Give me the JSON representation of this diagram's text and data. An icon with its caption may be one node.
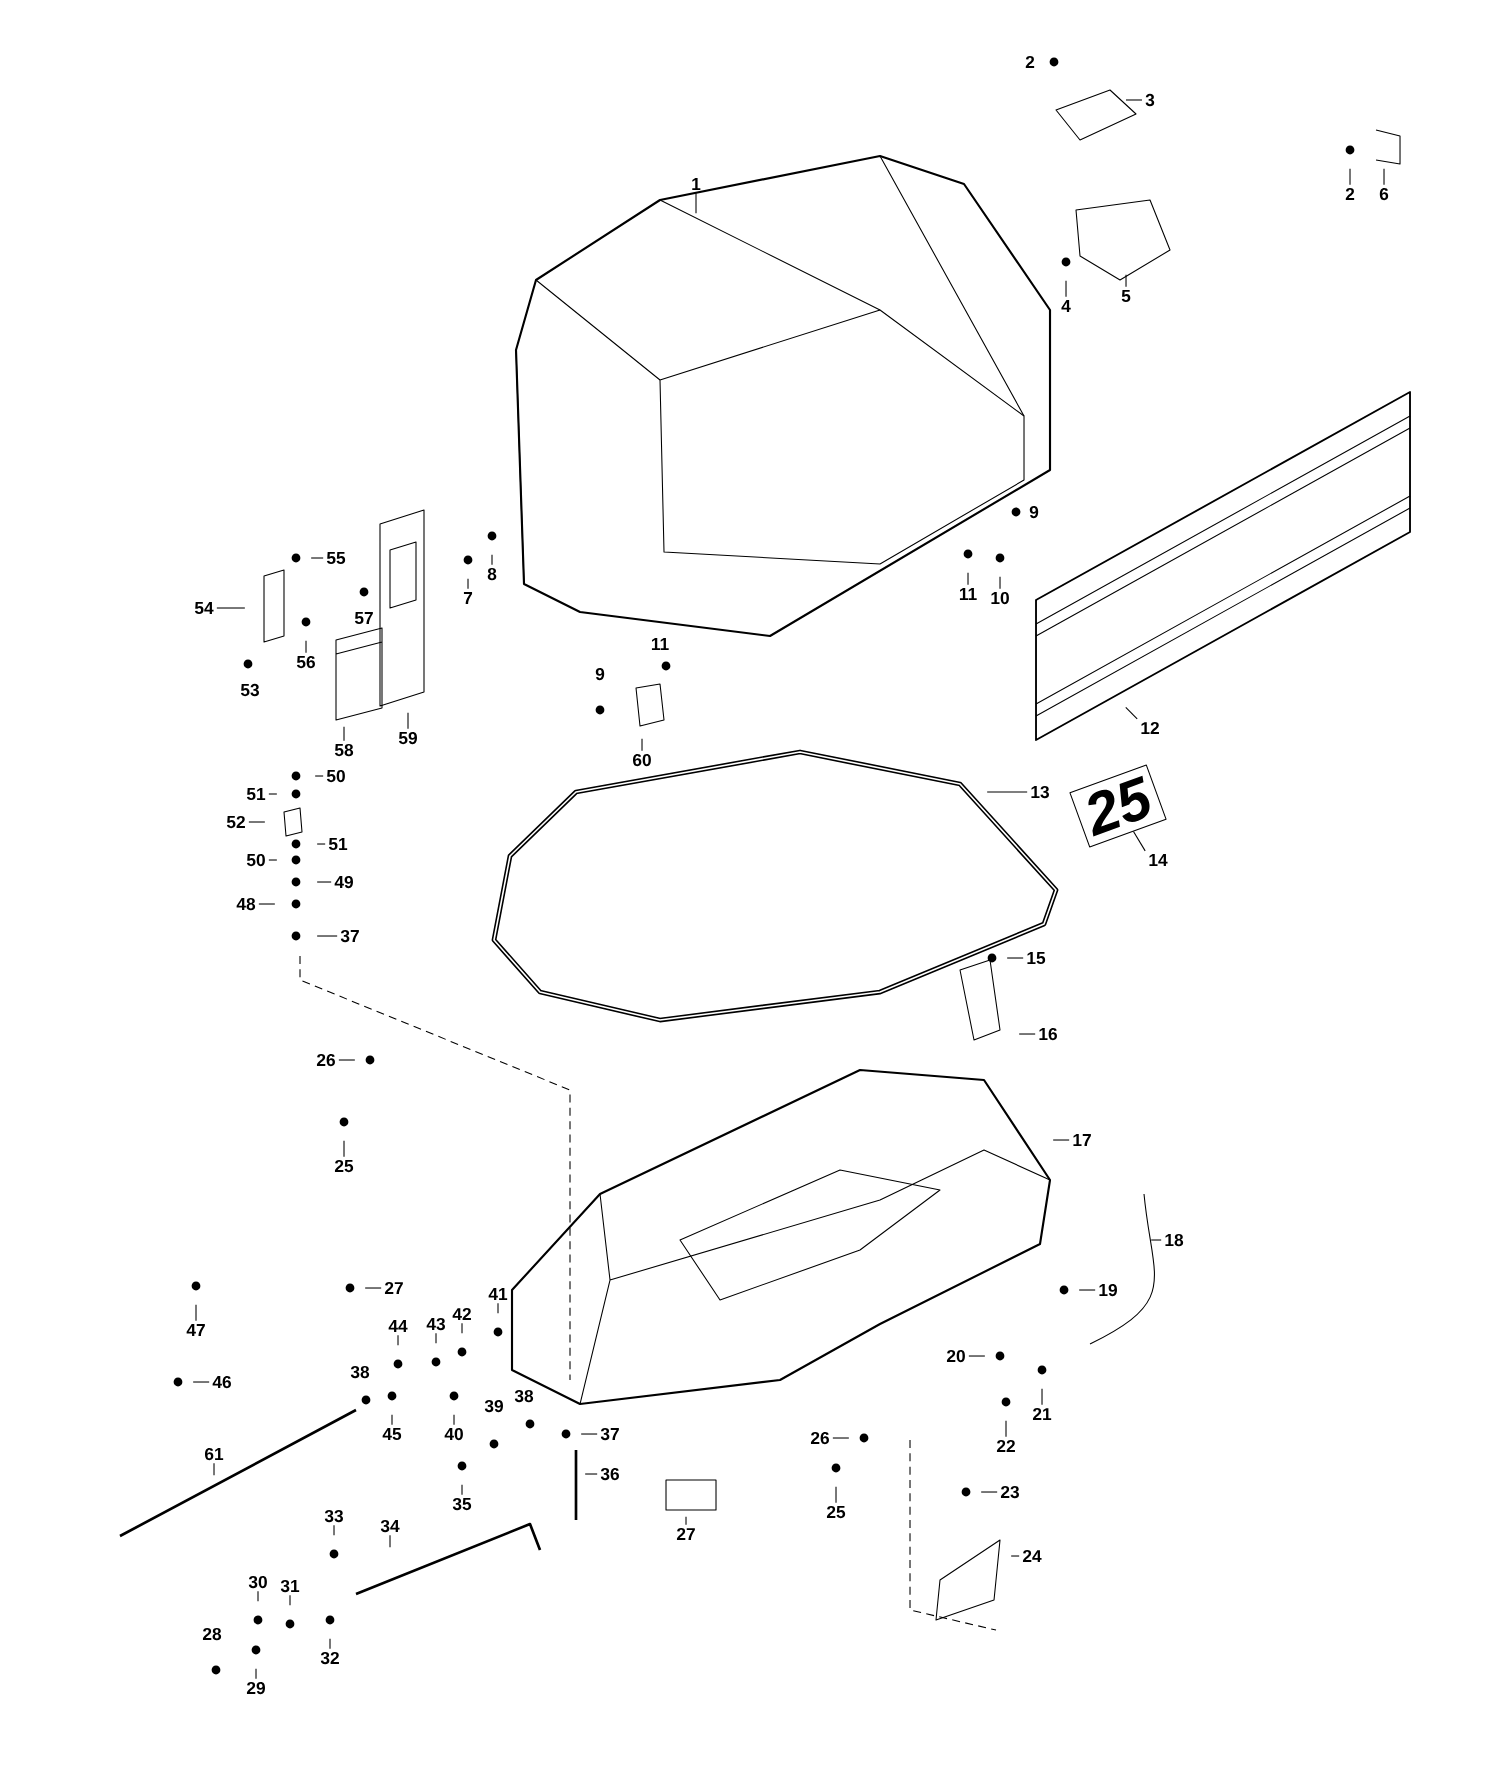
{
  "diagram": {
    "nodes": [
      {
        "text": [
          "1"
        ]
      },
      {
        "text": [
          "2"
        ]
      },
      {
        "text": [
          "3"
        ]
      },
      {
        "text": [
          "4"
        ]
      },
      {
        "text": [
          "5"
        ]
      },
      {
        "text": [
          "2"
        ]
      },
      {
        "text": [
          "6"
        ]
      },
      {
        "text": [
          "7"
        ]
      },
      {
        "text": [
          "8"
        ]
      },
      {
        "text": [
          "9"
        ]
      },
      {
        "text": [
          "10"
        ]
      },
      {
        "text": [
          "11"
        ]
      },
      {
        "text": [
          "12"
        ]
      },
      {
        "text": [
          "13"
        ]
      },
      {
        "text": [
          "14"
        ]
      },
      {
        "text": [
          "15"
        ]
      },
      {
        "text": [
          "16"
        ]
      },
      {
        "text": [
          "17"
        ]
      },
      {
        "text": [
          "18"
        ]
      },
      {
        "text": [
          "19"
        ]
      },
      {
        "text": [
          "20"
        ]
      },
      {
        "text": [
          "21"
        ]
      },
      {
        "text": [
          "22"
        ]
      },
      {
        "text": [
          "23"
        ]
      },
      {
        "text": [
          "24"
        ]
      },
      {
        "text": [
          "26"
        ]
      },
      {
        "text": [
          "25"
        ]
      },
      {
        "text": [
          "26"
        ]
      },
      {
        "text": [
          "25"
        ]
      },
      {
        "text": [
          "27"
        ]
      },
      {
        "text": [
          "27"
        ]
      },
      {
        "text": [
          "47"
        ]
      },
      {
        "text": [
          "46"
        ]
      },
      {
        "text": [
          "61"
        ]
      },
      {
        "text": [
          "38"
        ]
      },
      {
        "text": [
          "44"
        ]
      },
      {
        "text": [
          "45"
        ]
      },
      {
        "text": [
          "43"
        ]
      },
      {
        "text": [
          "42"
        ]
      },
      {
        "text": [
          "41"
        ]
      },
      {
        "text": [
          "40"
        ]
      },
      {
        "text": [
          "39"
        ]
      },
      {
        "text": [
          "35"
        ]
      },
      {
        "text": [
          "38"
        ]
      },
      {
        "text": [
          "37"
        ]
      },
      {
        "text": [
          "36"
        ]
      },
      {
        "text": [
          "33"
        ]
      },
      {
        "text": [
          "34"
        ]
      },
      {
        "text": [
          "30"
        ]
      },
      {
        "text": [
          "31"
        ]
      },
      {
        "text": [
          "32"
        ]
      },
      {
        "text": [
          "28"
        ]
      },
      {
        "text": [
          "29"
        ]
      },
      {
        "text": [
          "55"
        ]
      },
      {
        "text": [
          "54"
        ]
      },
      {
        "text": [
          "57"
        ]
      },
      {
        "text": [
          "56"
        ]
      },
      {
        "text": [
          "53"
        ]
      },
      {
        "text": [
          "58"
        ]
      },
      {
        "text": [
          "59"
        ]
      },
      {
        "text": [
          "9"
        ]
      },
      {
        "text": [
          "11"
        ]
      },
      {
        "text": [
          "60"
        ]
      },
      {
        "text": [
          "50"
        ]
      },
      {
        "text": [
          "51"
        ]
      },
      {
        "text": [
          "52"
        ]
      },
      {
        "text": [
          "51"
        ]
      },
      {
        "text": [
          "50"
        ]
      },
      {
        "text": [
          "49"
        ]
      },
      {
        "text": [
          "48"
        ]
      },
      {
        "text": [
          "37"
        ]
      },
      {
        "text": [
          "25"
        ]
      }
    ],
    "edges": [
      {
        "from": 0,
        "to": null,
        "arrow": "none"
      },
      {
        "from": 2,
        "to": null,
        "arrow": "none"
      },
      {
        "from": 3,
        "to": null,
        "arrow": "none"
      },
      {
        "from": 4,
        "to": null,
        "arrow": "none"
      },
      {
        "from": 5,
        "to": null,
        "arrow": "none"
      },
      {
        "from": 6,
        "to": null,
        "arrow": "none"
      },
      {
        "from": 7,
        "to": null,
        "arrow": "none"
      },
      {
        "from": 8,
        "to": null,
        "arrow": "none"
      },
      {
        "from": 10,
        "to": null,
        "arrow": "none"
      },
      {
        "from": 11,
        "to": null,
        "arrow": "none"
      },
      {
        "from": 12,
        "to": null,
        "arrow": "none"
      },
      {
        "from": 13,
        "to": null,
        "arrow": "none"
      },
      {
        "from": 14,
        "to": 71,
        "arrow": "none"
      },
      {
        "from": 15,
        "to": null,
        "arrow": "none"
      },
      {
        "from": 16,
        "to": null,
        "arrow": "none"
      },
      {
        "from": 17,
        "to": null,
        "arrow": "none"
      },
      {
        "from": 18,
        "to": null,
        "arrow": "none"
      },
      {
        "from": 19,
        "to": null,
        "arrow": "none"
      },
      {
        "from": 20,
        "to": null,
        "arrow": "none"
      },
      {
        "from": 21,
        "to": null,
        "arrow": "none"
      },
      {
        "from": 22,
        "to": null,
        "arrow": "none"
      },
      {
        "from": 23,
        "to": null,
        "arrow": "none"
      },
      {
        "from": 24,
        "to": null,
        "arrow": "none"
      },
      {
        "from": 25,
        "to": null,
        "arrow": "none"
      },
      {
        "from": 26,
        "to": null,
        "arrow": "none"
      },
      {
        "from": 27,
        "to": null,
        "arrow": "none"
      },
      {
        "from": 28,
        "to": null,
        "arrow": "none"
      },
      {
        "from": 29,
        "to": null,
        "arrow": "none"
      },
      {
        "from": 30,
        "to": null,
        "arrow": "none"
      },
      {
        "from": 31,
        "to": null,
        "arrow": "none"
      },
      {
        "from": 32,
        "to": null,
        "arrow": "none"
      },
      {
        "from": 33,
        "to": null,
        "arrow": "none"
      },
      {
        "from": 35,
        "to": null,
        "arrow": "none"
      },
      {
        "from": 36,
        "to": null,
        "arrow": "none"
      },
      {
        "from": 37,
        "to": null,
        "arrow": "none"
      },
      {
        "from": 38,
        "to": null,
        "arrow": "none"
      },
      {
        "from": 39,
        "to": null,
        "arrow": "none"
      },
      {
        "from": 40,
        "to": null,
        "arrow": "none"
      },
      {
        "from": 42,
        "to": null,
        "arrow": "none"
      },
      {
        "from": 44,
        "to": null,
        "arrow": "none"
      },
      {
        "from": 45,
        "to": null,
        "arrow": "none"
      },
      {
        "from": 46,
        "to": null,
        "arrow": "none"
      },
      {
        "from": 47,
        "to": null,
        "arrow": "none"
      },
      {
        "from": 48,
        "to": null,
        "arrow": "none"
      },
      {
        "from": 49,
        "to": null,
        "arrow": "none"
      },
      {
        "from": 50,
        "to": null,
        "arrow": "none"
      },
      {
        "from": 52,
        "to": null,
        "arrow": "none"
      },
      {
        "from": 53,
        "to": null,
        "arrow": "none"
      },
      {
        "from": 54,
        "to": null,
        "arrow": "none"
      },
      {
        "from": 56,
        "to": null,
        "arrow": "none"
      },
      {
        "from": 58,
        "to": null,
        "arrow": "none"
      },
      {
        "from": 59,
        "to": null,
        "arrow": "none"
      },
      {
        "from": 62,
        "to": null,
        "arrow": "none"
      },
      {
        "from": 63,
        "to": null,
        "arrow": "none"
      },
      {
        "from": 64,
        "to": null,
        "arrow": "none"
      },
      {
        "from": 65,
        "to": null,
        "arrow": "none"
      },
      {
        "from": 66,
        "to": null,
        "arrow": "none"
      },
      {
        "from": 67,
        "to": null,
        "arrow": "none"
      },
      {
        "from": 68,
        "to": null,
        "arrow": "none"
      },
      {
        "from": 69,
        "to": null,
        "arrow": "none"
      },
      {
        "from": 70,
        "to": null,
        "arrow": "none"
      }
    ]
  }
}
